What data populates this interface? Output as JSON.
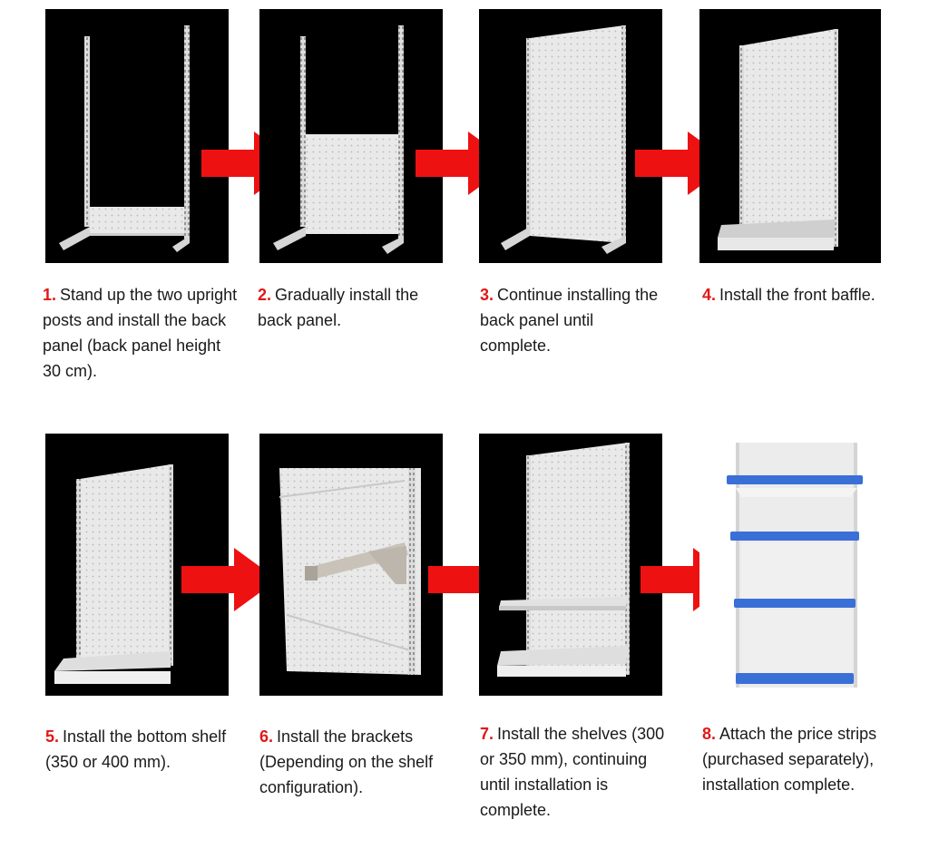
{
  "steps": [
    {
      "number": "1.",
      "text": "Stand up the two upright posts and install the back panel (back panel height 30 cm)."
    },
    {
      "number": "2.",
      "text": "Gradually install the back panel."
    },
    {
      "number": "3.",
      "text": "Continue installing the back panel until complete."
    },
    {
      "number": "4.",
      "text": "Install the front baffle."
    },
    {
      "number": "5.",
      "text": "Install the bottom shelf (350 or 400 mm)."
    },
    {
      "number": "6.",
      "text": "Install the brackets (Depending on the shelf configuration)."
    },
    {
      "number": "7.",
      "text": "Install the shelves (300 or 350 mm), continuing until installation is complete."
    },
    {
      "number": "8.",
      "text": "Attach the price strips (purchased separately), installation complete."
    }
  ],
  "colors": {
    "arrow": "#ee1111",
    "number": "#e01818",
    "photo_bg": "#000000",
    "price_strip": "#3a6fd8"
  }
}
